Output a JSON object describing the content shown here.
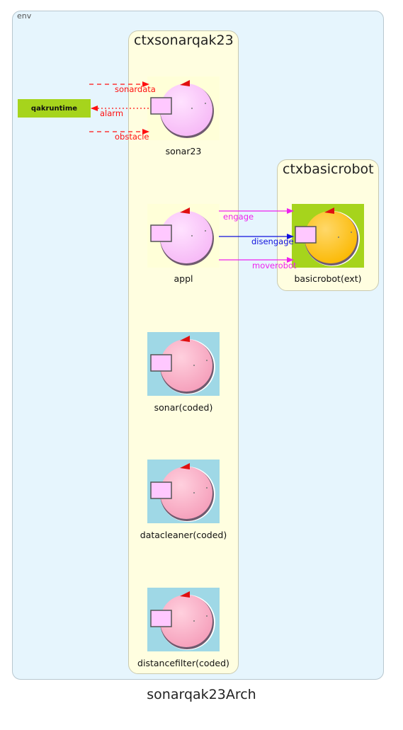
{
  "env_label": "env",
  "diagram_title": "sonarqak23Arch",
  "contexts": {
    "sonarqak23": {
      "title": "ctxsonarqak23"
    },
    "basicrobot": {
      "title": "ctxbasicrobot"
    }
  },
  "external": {
    "qakruntime": "qakruntime"
  },
  "actors": {
    "sonar23": "sonar23",
    "appl": "appl",
    "sonar": "sonar(coded)",
    "datacleaner": "datacleaner(coded)",
    "distancefilter": "distancefilter(coded)",
    "basicrobot": "basicrobot(ext)"
  },
  "messages": {
    "sonardata": "sonardata",
    "alarm": "alarm",
    "obstacle": "obstacle",
    "engage": "engage",
    "disengage": "disengage",
    "moverobot": "moverobot"
  },
  "colors": {
    "event": "#ff1010",
    "dispatch": "#ee22ee",
    "request": "#1010dd",
    "qak_actor_bg": "#ffffd8",
    "coded_actor_bg": "#9fd8e6",
    "external_actor_bg": "#a6d41c"
  }
}
